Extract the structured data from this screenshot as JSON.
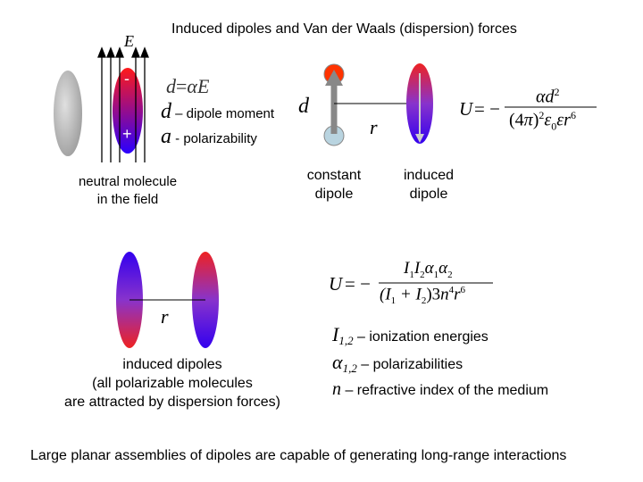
{
  "title": "Induced dipoles and Van der Waals (dispersion) forces",
  "field_label": "E",
  "minus_sign": "-",
  "plus_sign": "+",
  "dipole_eq": {
    "d": "d",
    "eq": "=",
    "alpha": "α",
    "E": "E"
  },
  "d_symbol": "d",
  "d_desc": " – dipole moment",
  "alpha_symbol": "a",
  "alpha_desc": " - polarizability",
  "neutral_caption": [
    "neutral molecule",
    "in the field"
  ],
  "const_d_label": "d",
  "r_label_top": "r",
  "constant_dipole_caption": [
    "constant",
    "dipole"
  ],
  "induced_dipole_caption": [
    "induced",
    "dipole"
  ],
  "U_eq1": {
    "lhs": "U",
    "eq": "= −",
    "num_alpha": "α",
    "num_d": "d",
    "num_exp": "2",
    "den_open": "(4",
    "den_pi": "π",
    "den_close": ")",
    "den_exp": "2",
    "den_eps": "ε",
    "den_eps_sub": "0",
    "den_eps2": "ε",
    "den_r": "r",
    "den_r_exp": "6"
  },
  "r_label_bottom": "r",
  "induced_dipoles_caption": [
    "induced dipoles",
    "(all polarizable molecules",
    "are attracted by dispersion forces)"
  ],
  "U_eq2": {
    "lhs": "U",
    "eq": "= −",
    "num": "I",
    "num_1": "1",
    "num_I2": "I",
    "num_2": "2",
    "num_a1": "α",
    "num_a1s": "1",
    "num_a2": "α",
    "num_a2s": "2",
    "den_open": "(I",
    "den_1": "1",
    "den_plus": " + I",
    "den_2": "2",
    "den_close": ")3",
    "den_n": "n",
    "den_n_exp": "4",
    "den_r": "r",
    "den_r_exp": "6"
  },
  "legend": [
    {
      "sym": "I",
      "sub": "1,2",
      "text": " – ionization energies"
    },
    {
      "sym": "α",
      "sub": "1,2",
      "text": " – polarizabilities"
    },
    {
      "sym": "n",
      "sub": "",
      "text": " – refractive index of the medium"
    }
  ],
  "footer": "Large planar assemblies of dipoles are capable of generating long-range interactions",
  "colors": {
    "blue": "#2200ee",
    "red": "#ff2020",
    "gray": "#aaaaaa",
    "dark_gray": "#555555",
    "ball_red": "#ff3300",
    "ball_blue": "#b9d4e0"
  }
}
